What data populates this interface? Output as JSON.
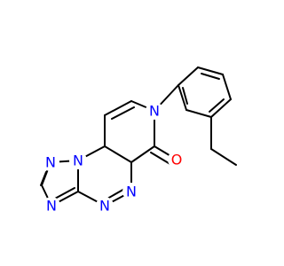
{
  "molecule": {
    "atoms": [
      {
        "key": "n_ring_top",
        "symbol": "N",
        "color": "#0000ff"
      },
      {
        "key": "n_triazole_left",
        "symbol": "N",
        "color": "#0000ff"
      },
      {
        "key": "n_bridge",
        "symbol": "N",
        "color": "#0000ff"
      },
      {
        "key": "n_triazole_bottom",
        "symbol": "N",
        "color": "#0000ff"
      },
      {
        "key": "n_triazine_1",
        "symbol": "N",
        "color": "#0000ff"
      },
      {
        "key": "n_triazine_2",
        "symbol": "N",
        "color": "#0000ff"
      },
      {
        "key": "o_carbonyl",
        "symbol": "O",
        "color": "#ff0000"
      }
    ]
  }
}
